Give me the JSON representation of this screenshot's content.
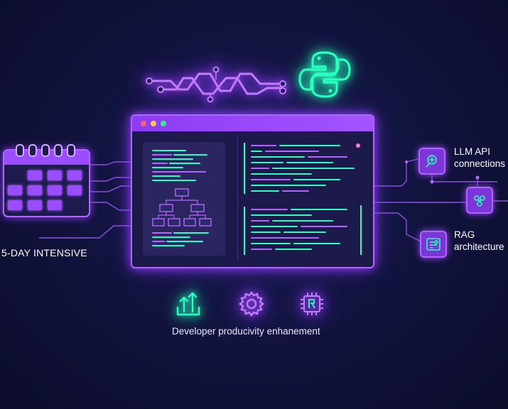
{
  "labels": {
    "intensive": "5-DAY INTENSIVE",
    "llm_api_line1": "LLM API",
    "llm_api_line2": "connections",
    "rag_line1": "RAG",
    "rag_line2": "architecture",
    "productivity": "Developer producivity enhanement"
  },
  "icons": {
    "top": [
      "circuit-wave-icon",
      "python-logo-icon"
    ],
    "left": [
      "calendar-icon"
    ],
    "right": [
      "llm-api-icon",
      "network-icon",
      "rag-icon"
    ],
    "bottom": [
      "upload-arrows-icon",
      "gear-icon",
      "chip-icon"
    ]
  },
  "colors": {
    "background": "#121440",
    "accent_purple": "#b565ff",
    "accent_green": "#2bffbf",
    "titlebar": "#9a4cff",
    "dot_red": "#ff5f7a",
    "dot_yellow": "#ffc84a",
    "dot_green": "#3ee68d"
  }
}
